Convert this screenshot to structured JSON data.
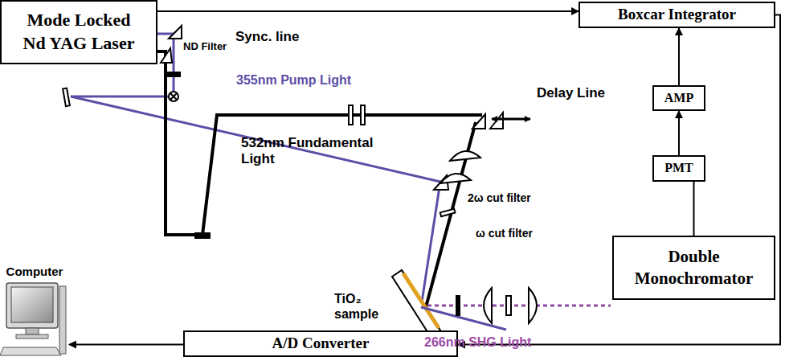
{
  "diagram": {
    "nodes": [
      {
        "text": [
          "Mode Locked Nd YAG Laser"
        ]
      },
      {
        "text": [
          "Boxcar Integrator"
        ]
      },
      {
        "text": [
          "AMP"
        ]
      },
      {
        "text": [
          "PMT"
        ]
      },
      {
        "text": [
          "Double Monochromator"
        ]
      },
      {
        "text": [
          "Computer"
        ]
      },
      {
        "text": [
          "A/D Converter"
        ]
      }
    ],
    "edges": [
      {
        "from": 0,
        "to": 1,
        "label": "Sync. line",
        "arrow": "to"
      },
      {
        "from": 2,
        "to": 1,
        "arrow": "to"
      },
      {
        "from": 3,
        "to": 2,
        "arrow": "to"
      },
      {
        "from": 4,
        "to": 3,
        "arrow": "none"
      },
      {
        "from": 1,
        "to": 6,
        "arrow": "to"
      },
      {
        "from": 6,
        "to": 5,
        "arrow": "to"
      }
    ],
    "labels": [
      "ND Filter",
      "355nm Pump Light",
      "532nm Fundamental Light",
      "Delay Line",
      "2ω cut filter",
      "ω cut filter",
      "TiO₂ sample",
      "266nm SHG Light"
    ]
  }
}
